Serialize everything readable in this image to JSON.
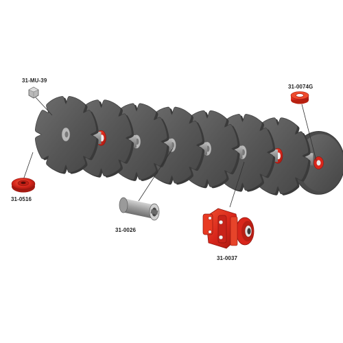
{
  "parts": {
    "nut": {
      "code": "31-MU-39"
    },
    "cap": {
      "code": "31-0074G"
    },
    "cup": {
      "code": "31-0516"
    },
    "spool": {
      "code": "31-0026"
    },
    "bearing": {
      "code": "31-0037"
    }
  },
  "colors": {
    "disc": "#585858",
    "disc_edge": "#3c3c3c",
    "part_red": "#d8261b",
    "part_red_dark": "#a51a12",
    "spacer": "#a7a7a7",
    "leader": "#303030"
  },
  "icons": {
    "disc": "notched-disc-blade",
    "plain_disc": "plain-disc-blade",
    "nut": "hex-nut",
    "cap": "dust-cap",
    "cup": "end-cup",
    "spool": "spacer-spool",
    "bearing": "bearing-housing"
  },
  "disc_count": 8
}
